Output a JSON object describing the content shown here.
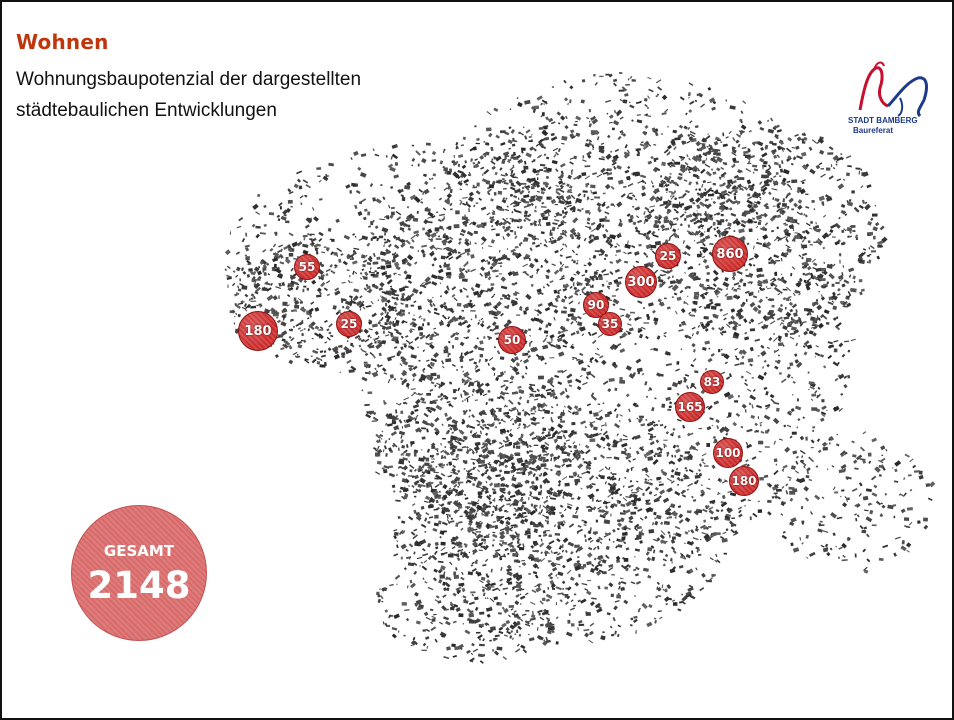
{
  "header": {
    "title": "Wohnen",
    "subtitle": "Wohnungsbaupotenzial der dargestellten städtebaulichen Entwicklungen"
  },
  "logo": {
    "name": "STADT BAMBERG",
    "department": "Baureferat"
  },
  "markers": [
    {
      "value": "55"
    },
    {
      "value": "180"
    },
    {
      "value": "25"
    },
    {
      "value": "50"
    },
    {
      "value": "90"
    },
    {
      "value": "35"
    },
    {
      "value": "300"
    },
    {
      "value": "25"
    },
    {
      "value": "860"
    },
    {
      "value": "83"
    },
    {
      "value": "165"
    },
    {
      "value": "100"
    },
    {
      "value": "180"
    }
  ],
  "total": {
    "label": "GESAMT",
    "value": "2148"
  },
  "colors": {
    "title": "#c0360c",
    "marker": "#cc2b2b",
    "total_circle": "#d86a6a",
    "buildings": "#3a3a3a"
  }
}
